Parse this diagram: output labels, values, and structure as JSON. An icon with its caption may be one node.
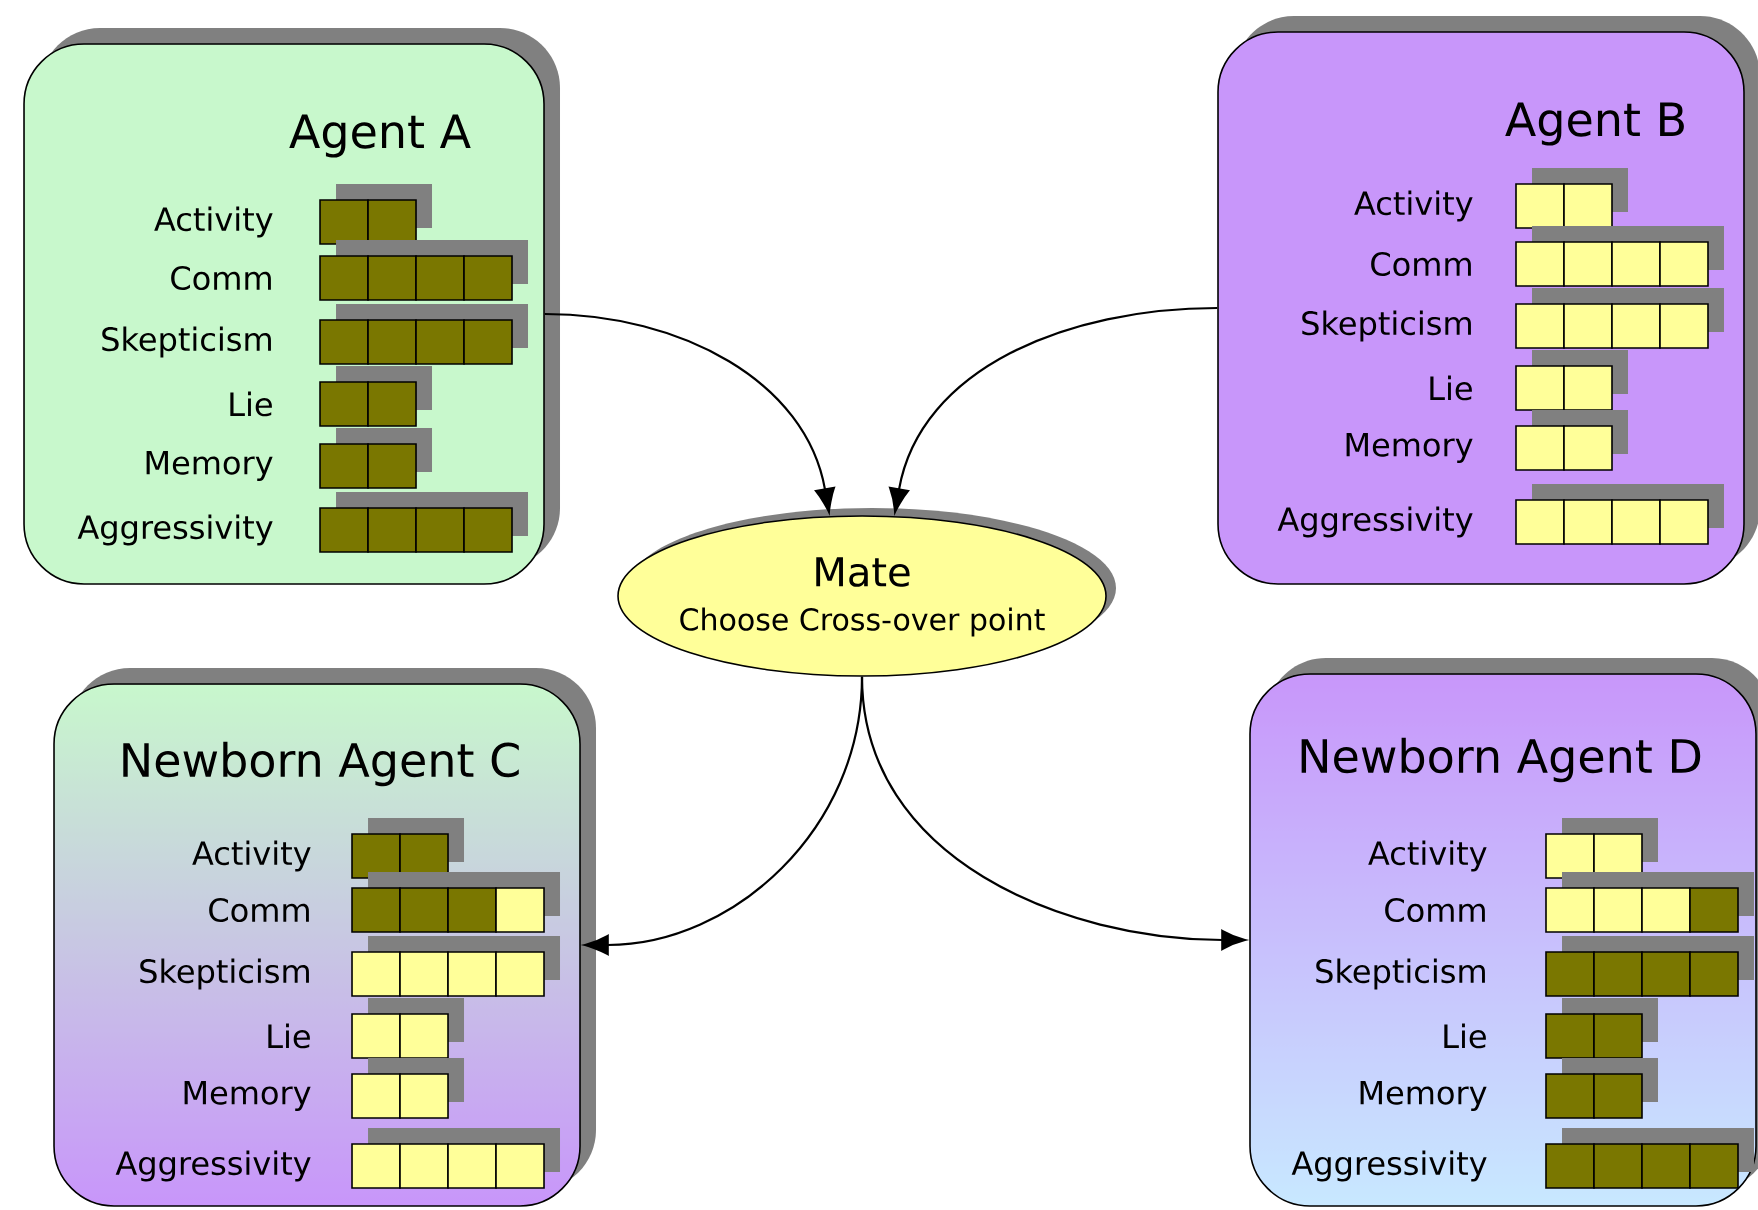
{
  "diagram": {
    "nodes": [
      {
        "text": [
          "Agent A",
          "Activity",
          "Comm",
          "Skepticism",
          "Lie",
          "Memory",
          "Aggressivity"
        ]
      },
      {
        "text": [
          "Agent B",
          "Activity",
          "Comm",
          "Skepticism",
          "Lie",
          "Memory",
          "Aggressivity"
        ]
      },
      {
        "text": [
          "Mate",
          "Choose Cross-over point"
        ]
      },
      {
        "text": [
          "Newborn Agent C",
          "Activity",
          "Comm",
          "Skepticism",
          "Lie",
          "Memory",
          "Aggressivity"
        ]
      },
      {
        "text": [
          "Newborn Agent D",
          "Activity",
          "Comm",
          "Skepticism",
          "Lie",
          "Memory",
          "Aggressivity"
        ]
      }
    ],
    "edges": [
      {
        "from": 0,
        "to": 2,
        "arrow": "to"
      },
      {
        "from": 1,
        "to": 2,
        "arrow": "to"
      },
      {
        "from": 2,
        "to": 3,
        "arrow": "to"
      },
      {
        "from": 2,
        "to": 4,
        "arrow": "to"
      }
    ]
  }
}
